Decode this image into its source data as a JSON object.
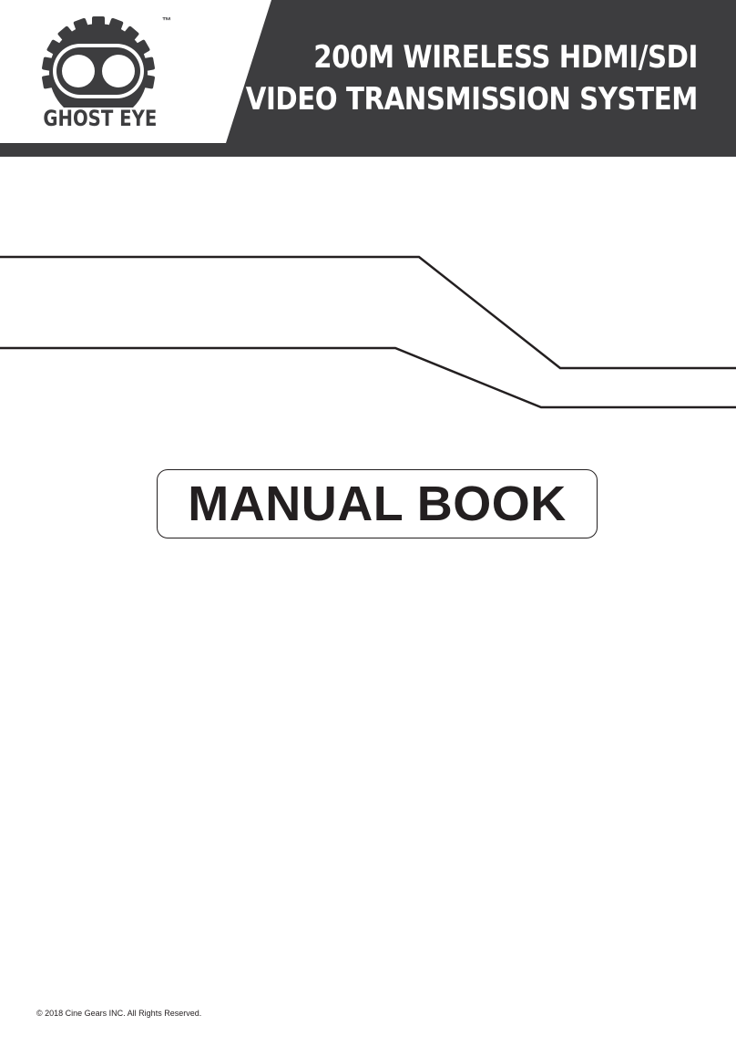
{
  "header": {
    "title_line1": "200M WIRELESS HDMI/SDI",
    "title_line2": "VIDEO TRANSMISSION SYSTEM",
    "band_color": "#3d3d3f"
  },
  "logo": {
    "brand": "GHOST EYE",
    "trademark": "™",
    "icon": "ghost-eye-gear-logo-icon",
    "color": "#3d3d3f"
  },
  "main": {
    "heading": "MANUAL BOOK"
  },
  "footer": {
    "copyright": "© 2018 Cine Gears INC. All Rights Reserved."
  }
}
